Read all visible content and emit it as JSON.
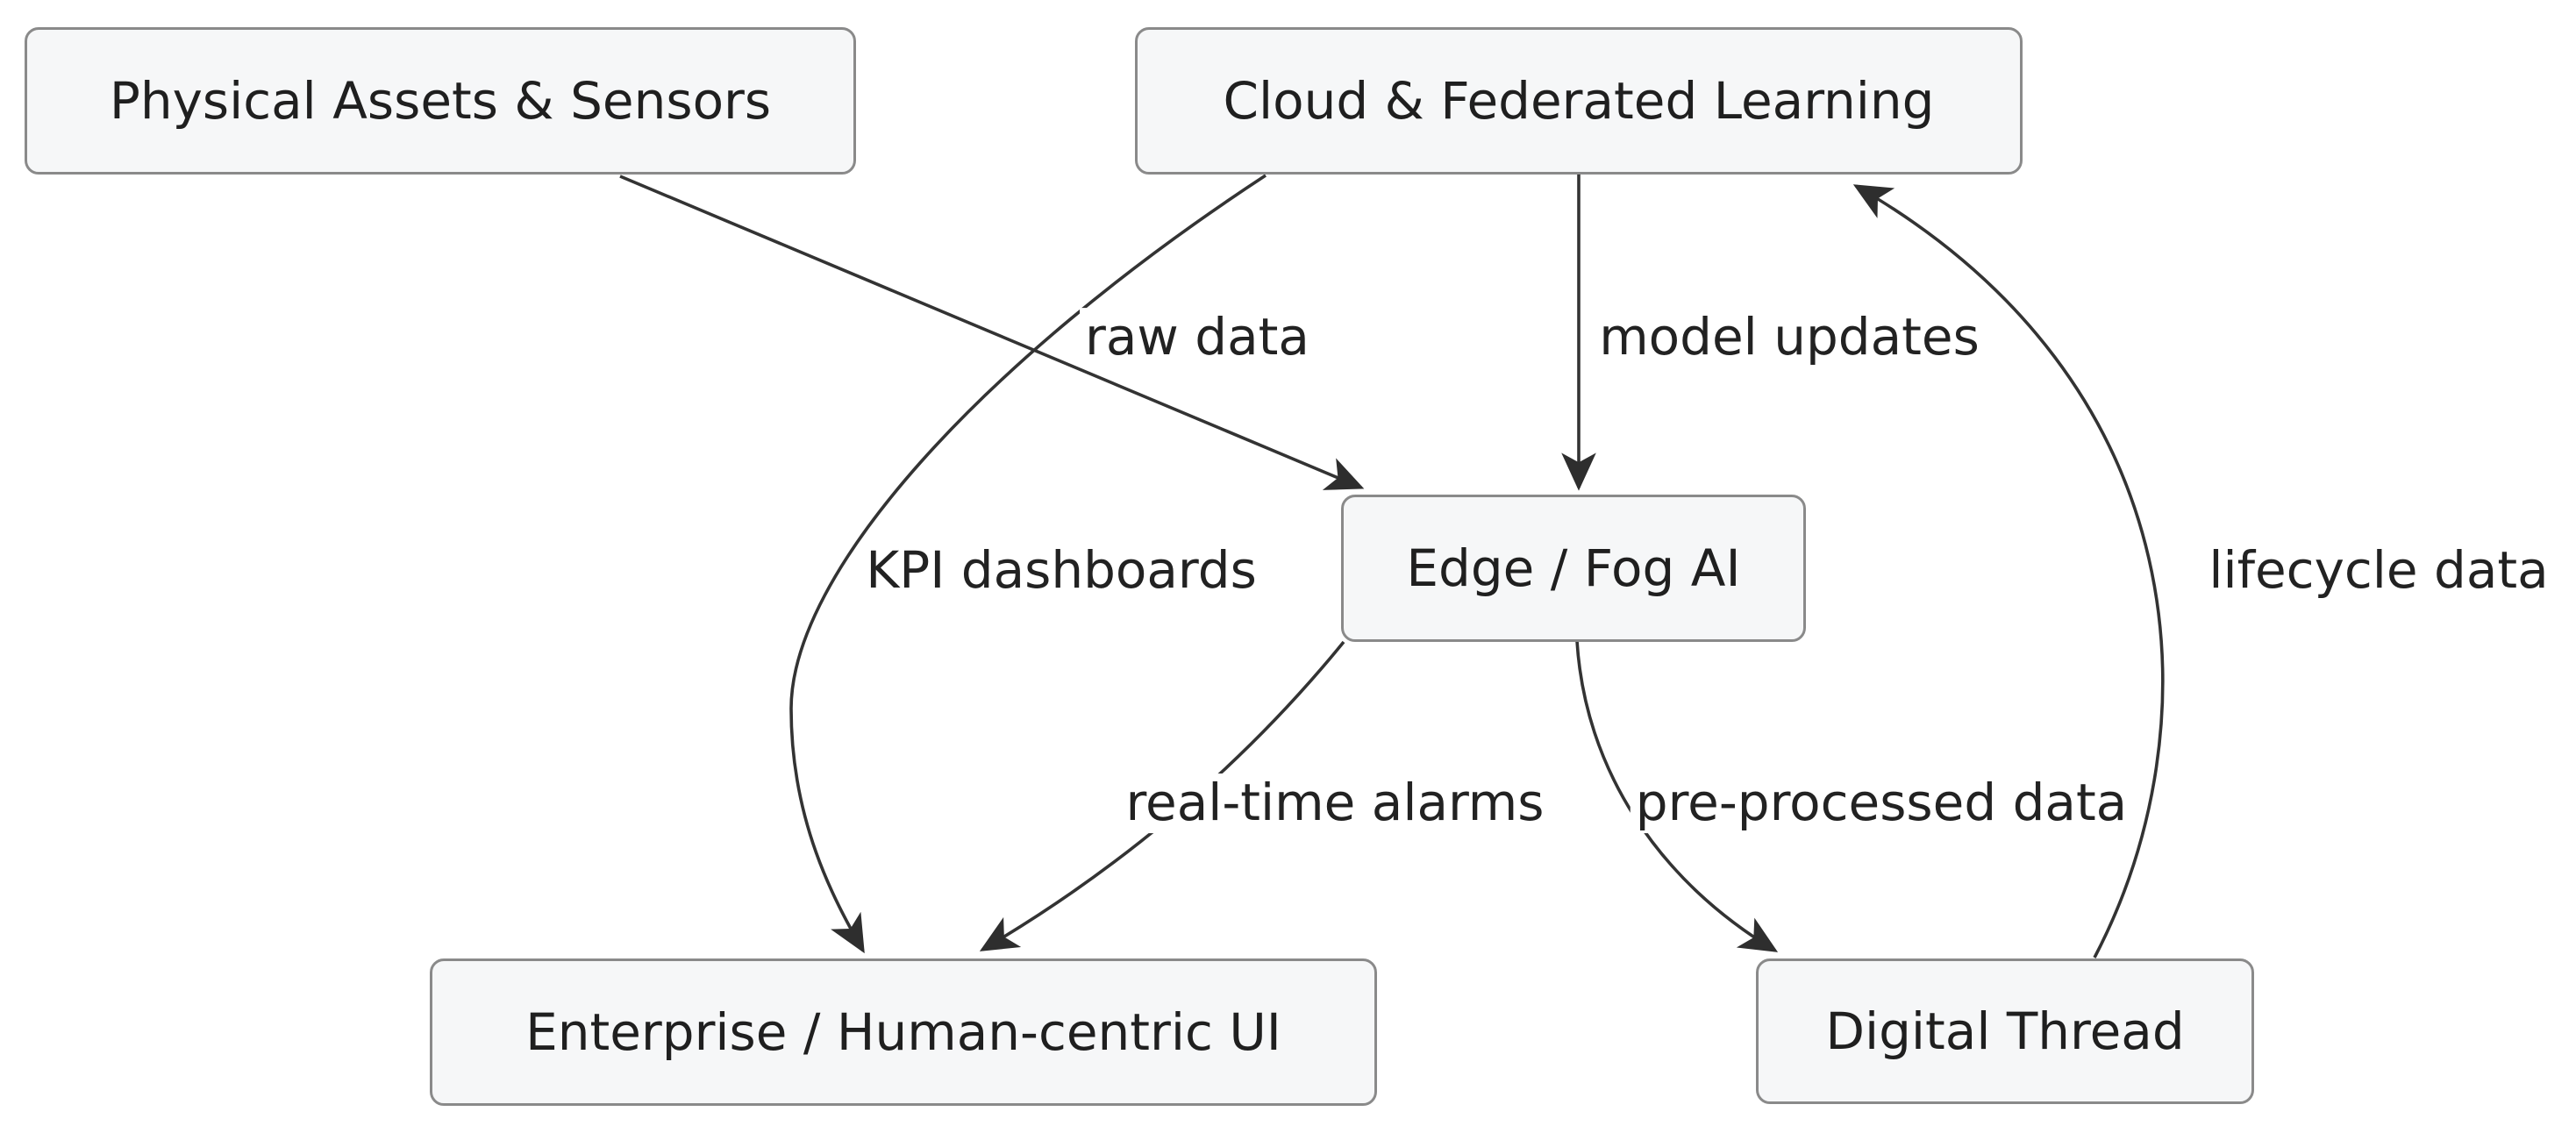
{
  "diagram": {
    "type": "flowchart",
    "background_color": "#ffffff",
    "node_fill_color": "#f6f7f8",
    "node_border_color": "#8a8a8a",
    "edge_line_color": "#333333",
    "text_color": "#1f1f1f",
    "nodes": [
      {
        "id": "physical",
        "label": "Physical Assets & Sensors"
      },
      {
        "id": "cloud",
        "label": "Cloud & Federated Learning"
      },
      {
        "id": "edge_ai",
        "label": "Edge / Fog AI"
      },
      {
        "id": "enterprise",
        "label": "Enterprise / Human-centric UI"
      },
      {
        "id": "digital_thread",
        "label": "Digital Thread"
      }
    ],
    "edges": [
      {
        "from": "physical",
        "to": "edge_ai",
        "label": "raw data"
      },
      {
        "from": "cloud",
        "to": "edge_ai",
        "label": "model updates"
      },
      {
        "from": "cloud",
        "to": "enterprise",
        "label": "KPI dashboards"
      },
      {
        "from": "edge_ai",
        "to": "enterprise",
        "label": "real-time alarms"
      },
      {
        "from": "edge_ai",
        "to": "digital_thread",
        "label": "pre-processed data"
      },
      {
        "from": "digital_thread",
        "to": "cloud",
        "label": "lifecycle data"
      }
    ]
  }
}
